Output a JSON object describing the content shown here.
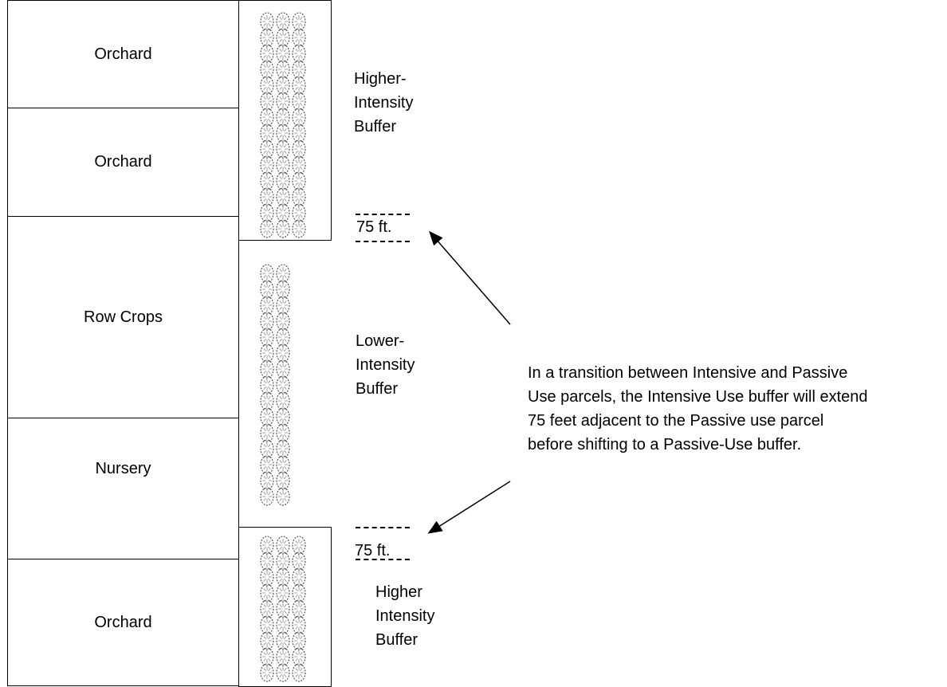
{
  "parcels": [
    {
      "label": "Orchard"
    },
    {
      "label": "Orchard"
    },
    {
      "label": "Row Crops"
    },
    {
      "label": "Nursery"
    },
    {
      "label": "Orchard"
    }
  ],
  "buffers": {
    "top": {
      "lines": [
        "Higher-",
        "Intensity",
        "Buffer"
      ]
    },
    "middle": {
      "lines": [
        "Lower-",
        "Intensity",
        "Buffer"
      ]
    },
    "bottom": {
      "lines": [
        "Higher",
        "Intensity",
        "Buffer"
      ]
    }
  },
  "distance_labels": {
    "upper": "75 ft.",
    "lower": "75 ft."
  },
  "note": {
    "lines": [
      "In a transition between Intensive and Passive",
      "Use parcels, the Intensive Use buffer will extend",
      "75 feet adjacent to the Passive use parcel",
      "before shifting to a Passive-Use buffer."
    ]
  },
  "icons": {
    "tree": "tree-canopy-icon"
  }
}
